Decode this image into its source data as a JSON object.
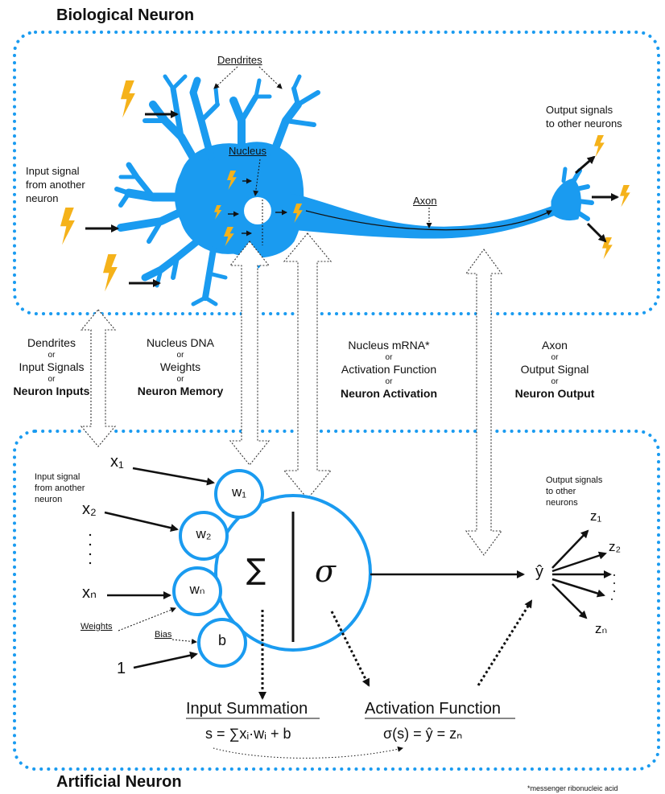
{
  "titles": {
    "biological": "Biological Neuron",
    "artificial": "Artificial Neuron"
  },
  "bio": {
    "dendrites": "Dendrites",
    "nucleus": "Nucleus",
    "axon": "Axon",
    "input_signal": [
      "Input signal",
      "from another",
      "neuron"
    ],
    "output_signals": [
      "Output signals",
      "to other neurons"
    ]
  },
  "mapping": {
    "or": "or",
    "inputs": {
      "line1": "Dendrites",
      "line2": "Input Signals",
      "bold": "Neuron Inputs"
    },
    "memory": {
      "line1": "Nucleus DNA",
      "line2": "Weights",
      "bold": "Neuron Memory"
    },
    "activation": {
      "line1": "Nucleus mRNA*",
      "line2": "Activation Function",
      "bold": "Neuron Activation"
    },
    "output": {
      "line1": "Axon",
      "line2": "Output Signal",
      "bold": "Neuron Output"
    }
  },
  "art": {
    "input_signal": [
      "Input signal",
      "from another",
      "neuron"
    ],
    "output_signals": [
      "Output signals",
      "to other",
      "neurons"
    ],
    "weights_label": "Weights",
    "bias_label": "Bias",
    "one": "1",
    "sum_symbol": "∑",
    "sigma_symbol": "σ",
    "yhat": "ŷ",
    "input_summation": "Input Summation",
    "activation_function": "Activation Function",
    "formula_sum": "s = ∑xᵢ·wᵢ + b",
    "formula_act": "σ(s) = ŷ = zₙ",
    "x1": "x₁",
    "x2": "x₂",
    "xn": "xₙ",
    "w1": "w₁",
    "w2": "w₂",
    "wn": "wₙ",
    "b": "b",
    "z1": "z₁",
    "z2": "z₂",
    "zn": "zₙ"
  },
  "footnote": "*messenger ribonucleic acid",
  "colors": {
    "neuron_blue": "#1a9bf0",
    "dotted_border": "#1a9bf0",
    "lightning": "#f5b21a",
    "arrow": "#111111"
  }
}
